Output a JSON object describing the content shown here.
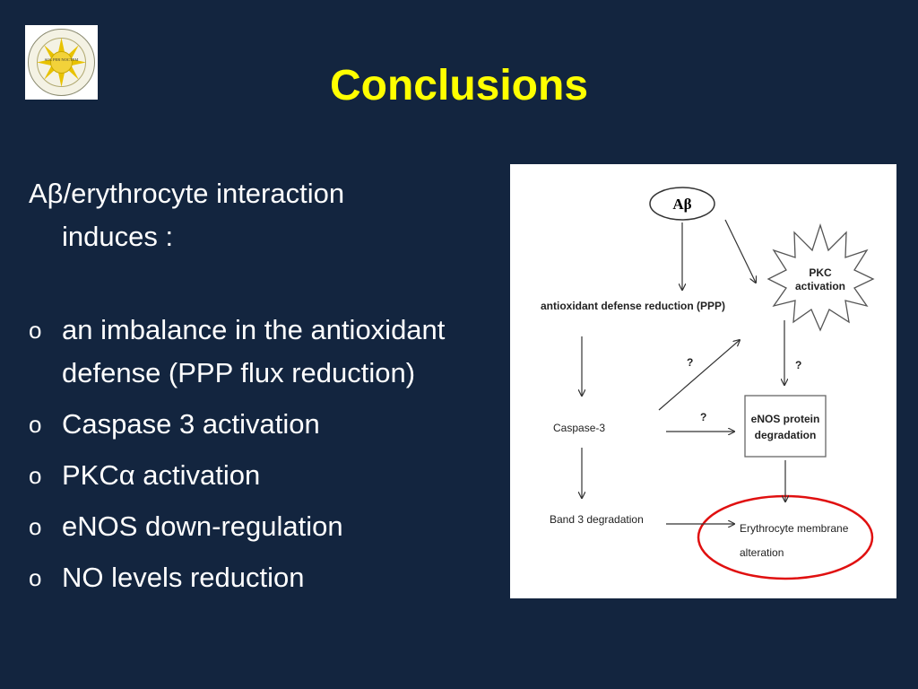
{
  "slide": {
    "title": "Conclusions",
    "intro_line1": "Aβ/erythrocyte interaction",
    "intro_line2": "induces :",
    "bullet_marker": "o",
    "bullets": [
      "an imbalance in the antioxidant defense (PPP flux reduction)",
      "Caspase 3 activation",
      "PKCα activation",
      "eNOS down-regulation",
      "NO levels reduction"
    ]
  },
  "logo": {
    "motto": "SOL PER NOCTEM"
  },
  "diagram": {
    "nodes": {
      "abeta": "Aβ",
      "pkc_line1": "PKC",
      "pkc_line2": "activation",
      "antioxidant": "antioxidant defense reduction (PPP)",
      "caspase": "Caspase-3",
      "enos_line1": "eNOS protein",
      "enos_line2": "degradation",
      "band3": "Band 3 degradation",
      "membrane_line1": "Erythrocyte membrane",
      "membrane_line2": "alteration"
    },
    "question_marks": [
      "?",
      "?",
      "?"
    ],
    "colors": {
      "highlight": "#e01010",
      "arrows": "#333333"
    }
  },
  "colors": {
    "background": "#13253f",
    "title": "#ffff00",
    "text": "#ffffff"
  }
}
